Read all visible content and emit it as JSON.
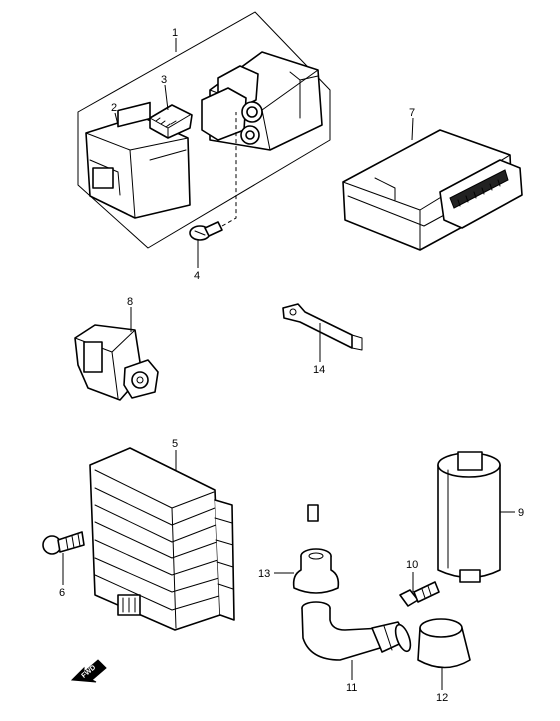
{
  "callouts": {
    "c1": "1",
    "c2": "2",
    "c3": "3",
    "c4": "4",
    "c5": "5",
    "c6": "6",
    "c7": "7",
    "c8": "8",
    "c9": "9",
    "c10": "10",
    "c11": "11",
    "c12": "12",
    "c13": "13",
    "c14": "14"
  },
  "direction_marker": {
    "label": "FWD",
    "icon": "forward-arrow-icon"
  },
  "colors": {
    "line": "#000000",
    "background": "#ffffff"
  }
}
